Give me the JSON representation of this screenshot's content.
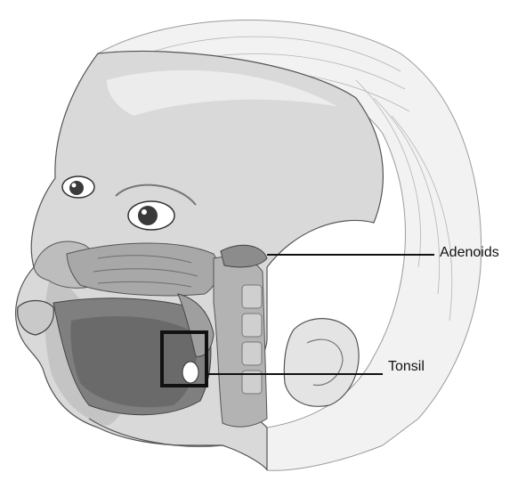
{
  "labels": {
    "adenoids": "Adenoids",
    "tonsil": "Tonsil"
  },
  "colors": {
    "ink": "#111111",
    "skin_light": "#e6e6e6",
    "skin_mid": "#bdbdbd",
    "skin_dark": "#7a7a7a",
    "tissue": "#9a9a9a"
  },
  "icons": {
    "callout_box": "square-outline"
  }
}
